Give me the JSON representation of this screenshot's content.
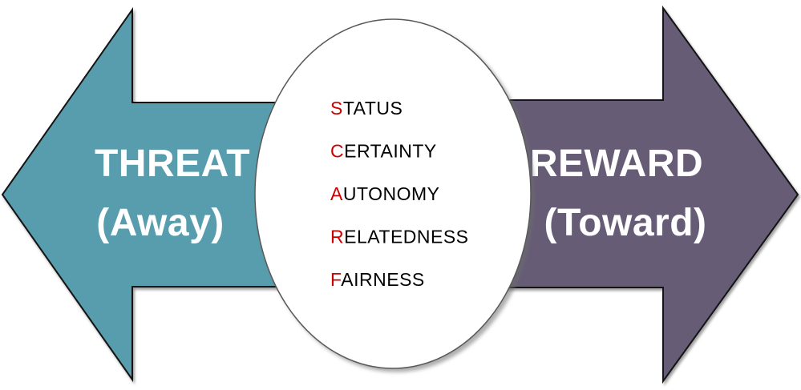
{
  "colors": {
    "threat_arrow_fill": "#579DAD",
    "reward_arrow_fill": "#665C76",
    "arrow_outline": "#141414",
    "ellipse_outline": "#595959",
    "arrow_label_text": "#FFFFFF",
    "scarf_initial_text": "#CC0000",
    "scarf_body_text": "#000000"
  },
  "threat_arrow": {
    "label": "THREAT",
    "sublabel": "(Away)"
  },
  "reward_arrow": {
    "label": "REWARD",
    "sublabel": "(Toward)"
  },
  "scarf": {
    "items": [
      {
        "initial": "S",
        "rest": "TATUS"
      },
      {
        "initial": "C",
        "rest": "ERTAINTY"
      },
      {
        "initial": "A",
        "rest": "UTONOMY"
      },
      {
        "initial": "R",
        "rest": "ELATEDNESS"
      },
      {
        "initial": "F",
        "rest": "AIRNESS"
      }
    ]
  }
}
